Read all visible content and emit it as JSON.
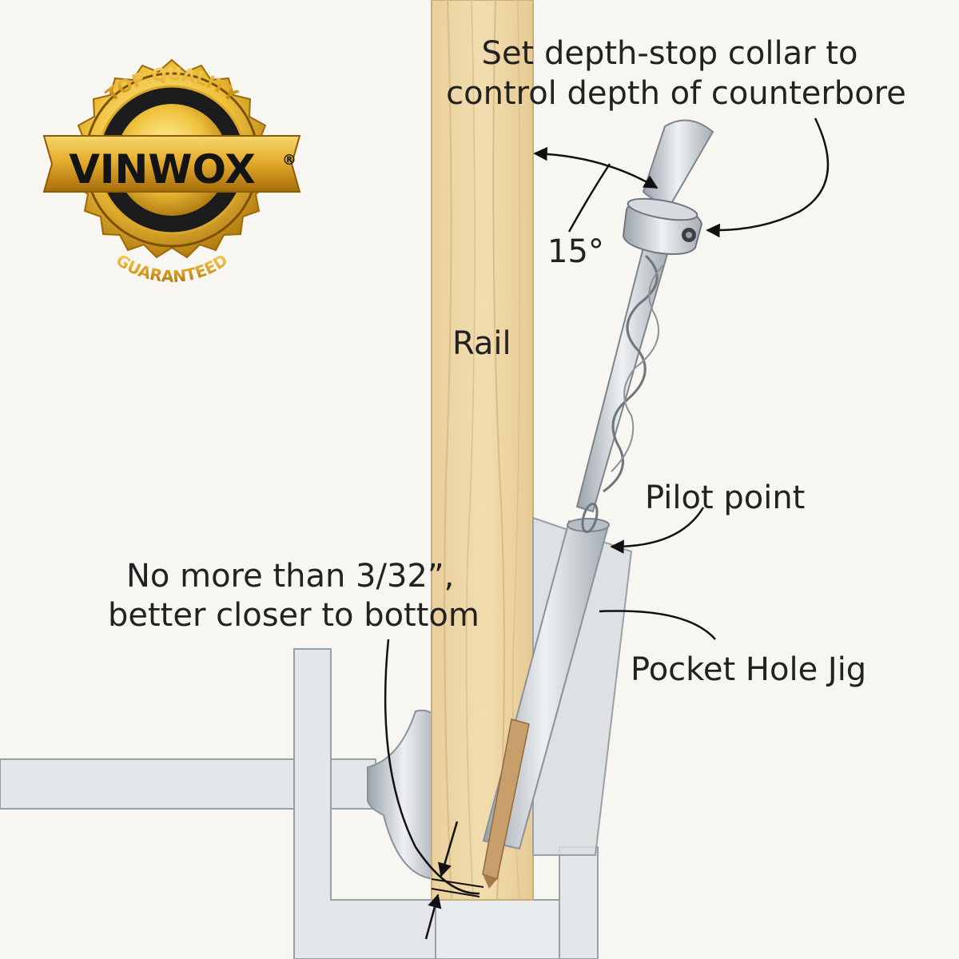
{
  "badge": {
    "brand": "VINWOX",
    "registered": "®",
    "top_text": "TOP QUALITY",
    "bottom_text": "GUARANTEED",
    "colors": {
      "gold_light": "#f6d35a",
      "gold_dark": "#b0790c",
      "band": "#1a1a1a"
    }
  },
  "labels": {
    "depth_stop_line1": "Set depth-stop collar to",
    "depth_stop_line2": "control depth of counterbore",
    "angle": "15°",
    "rail": "Rail",
    "pilot_point": "Pilot point",
    "pocket_hole_jig": "Pocket Hole Jig",
    "clearance_line1": "No more than 3/32”,",
    "clearance_line2": "better closer to bottom"
  },
  "colors": {
    "background": "#f8f6f0",
    "wood": "#ecd7a8",
    "jig": "#dfe4e8",
    "steel": "#c9ced3",
    "text": "#222222"
  }
}
